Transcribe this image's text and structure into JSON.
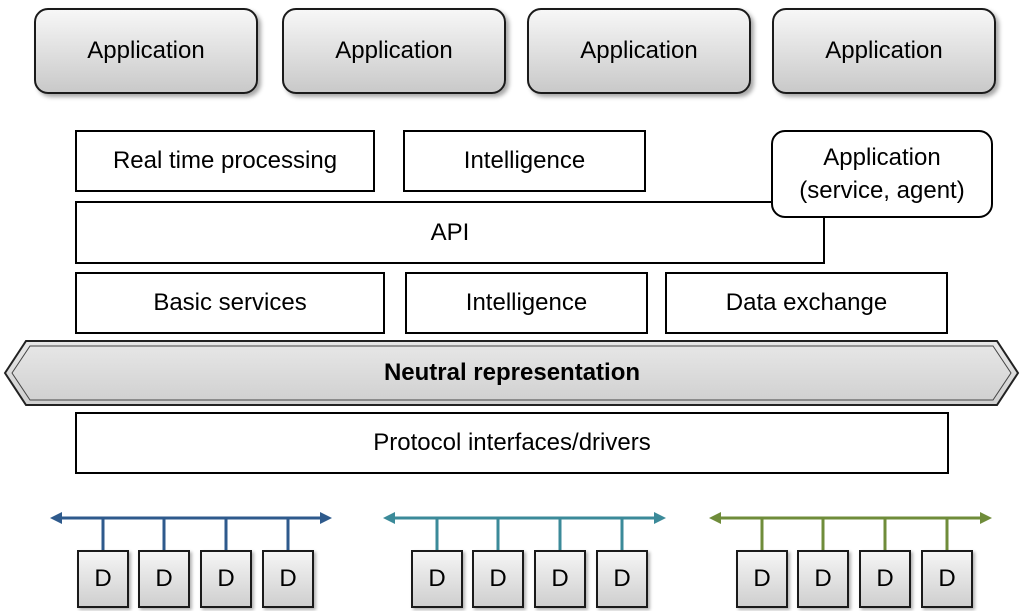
{
  "applications": [
    "Application",
    "Application",
    "Application",
    "Application"
  ],
  "middleware": {
    "realtime": "Real time processing",
    "intelligence_top": "Intelligence",
    "agent_line1": "Application",
    "agent_line2": "(service, agent)",
    "api": "API",
    "basic_services": "Basic services",
    "intelligence_bottom": "Intelligence",
    "data_exchange": "Data exchange",
    "neutral": "Neutral representation",
    "protocol": "Protocol interfaces/drivers"
  },
  "buses": [
    {
      "color": "#2e5a8c",
      "devices": [
        "D",
        "D",
        "D",
        "D"
      ]
    },
    {
      "color": "#3b8a99",
      "devices": [
        "D",
        "D",
        "D",
        "D"
      ]
    },
    {
      "color": "#6f8c3a",
      "devices": [
        "D",
        "D",
        "D",
        "D"
      ]
    }
  ]
}
